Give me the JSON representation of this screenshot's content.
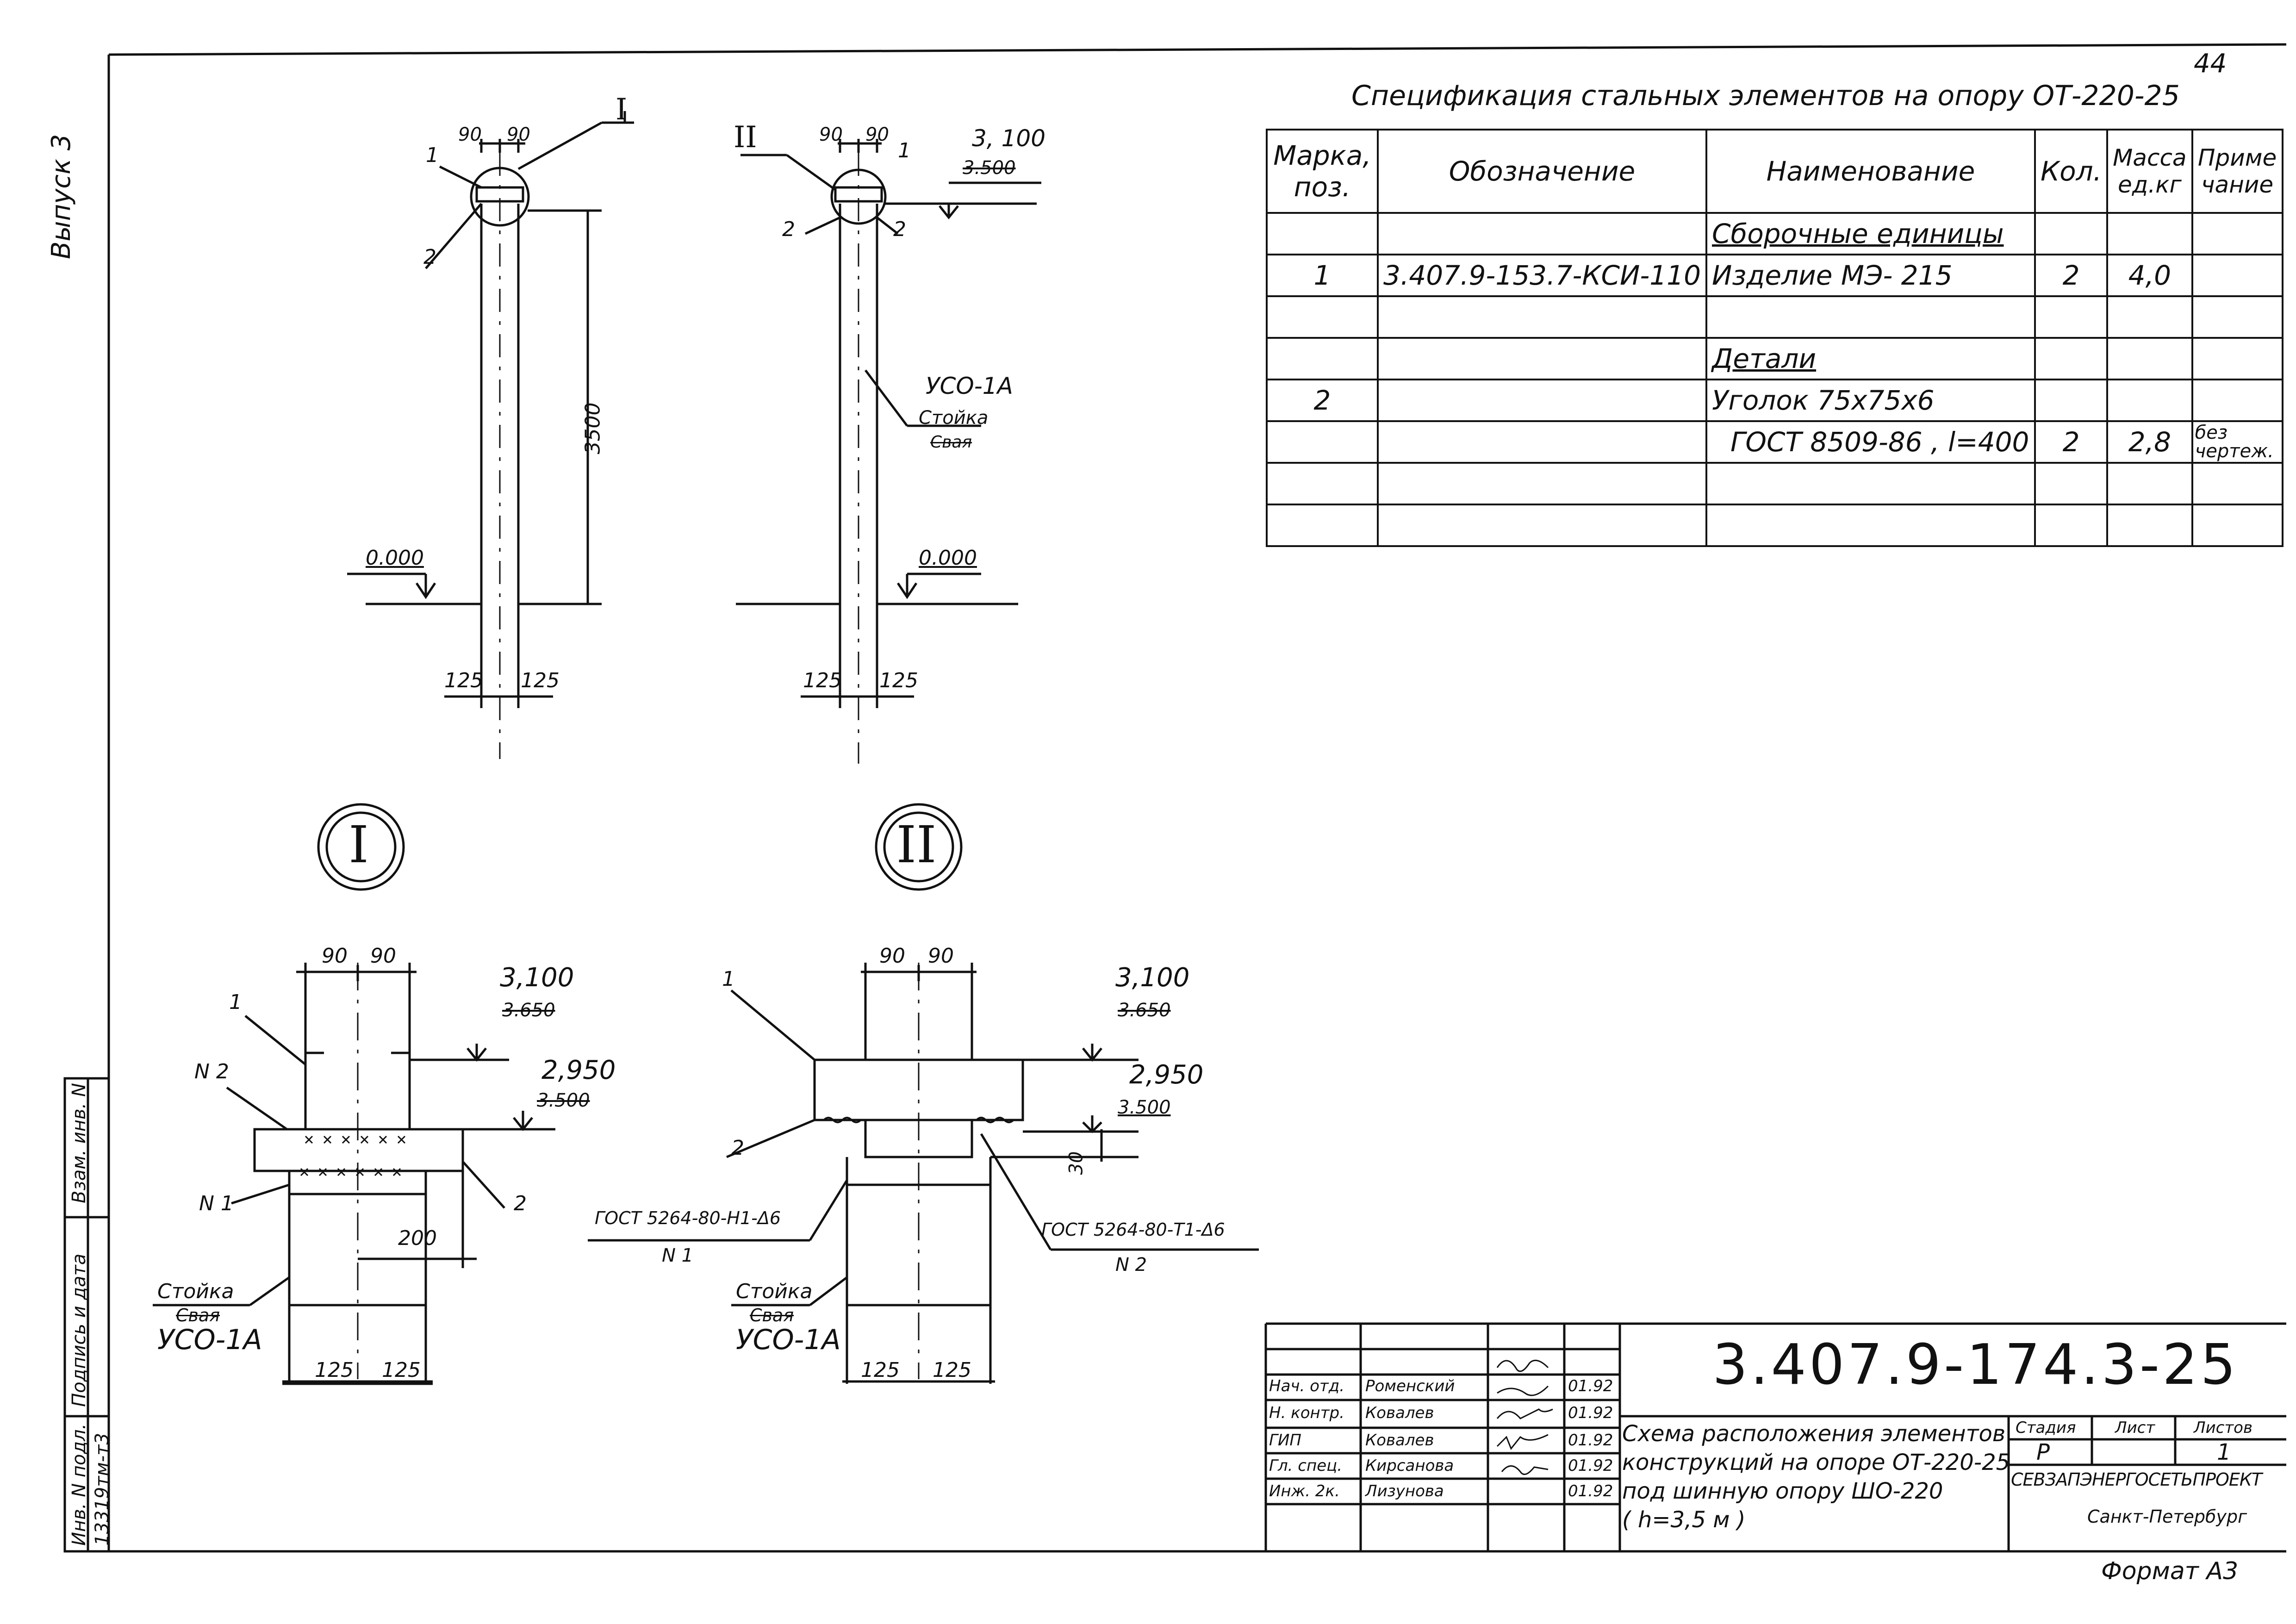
{
  "sheet_number": "44",
  "side": {
    "issue": "Выпуск 3",
    "boxes": [
      {
        "label": "Взам. инв. N",
        "value": ""
      },
      {
        "label": "Подпись и дата",
        "value": ""
      },
      {
        "label": "Инв. N подл.",
        "value": "13319тм-т3"
      }
    ]
  },
  "spec": {
    "title": "Спецификация стальных элементов на опору  ОТ-220-25",
    "headers": {
      "mark": "Марка, поз.",
      "designation": "Обозначение",
      "name": "Наименование",
      "qty": "Кол.",
      "mass": "Масса ед.кг",
      "note": "Примечание"
    },
    "rows": [
      {
        "mark": "",
        "designation": "",
        "name": "Сборочные единицы",
        "qty": "",
        "mass": "",
        "note": "",
        "underline": true
      },
      {
        "mark": "1",
        "designation": "3.407.9-153.7-КСИ-110",
        "name": "Изделие МЭ- 215",
        "qty": "2",
        "mass": "4,0",
        "note": ""
      },
      {
        "mark": "",
        "designation": "",
        "name": "",
        "qty": "",
        "mass": "",
        "note": ""
      },
      {
        "mark": "",
        "designation": "",
        "name": "Детали",
        "qty": "",
        "mass": "",
        "note": "",
        "underline": true
      },
      {
        "mark": "2",
        "designation": "",
        "name": "Уголок 75х75х6",
        "qty": "",
        "mass": "",
        "note": ""
      },
      {
        "mark": "",
        "designation": "",
        "name": "ГОСТ 8509-86 , l=400",
        "qty": "2",
        "mass": "2,8",
        "note": "без чертеж."
      },
      {
        "mark": "",
        "designation": "",
        "name": "",
        "qty": "",
        "mass": "",
        "note": ""
      },
      {
        "mark": "",
        "designation": "",
        "name": "",
        "qty": "",
        "mass": "",
        "note": ""
      }
    ]
  },
  "views": {
    "view1": {
      "node_mark": "I",
      "dims": [
        "90",
        "90",
        "3500",
        "125",
        "125"
      ],
      "level": "0.000",
      "pos": [
        "1",
        "2"
      ]
    },
    "view2": {
      "node_mark": "II",
      "dims": [
        "90",
        "90",
        "125",
        "125"
      ],
      "level_top_new": "3, 100",
      "level_top_old": "3.500",
      "level": "0.000",
      "pos": [
        "1",
        "2",
        "2"
      ],
      "post_label": "УСО-1А",
      "post_new": "Стойка",
      "post_old": "Свая"
    }
  },
  "details": {
    "d1": {
      "mark": "I",
      "dims": [
        "90",
        "90",
        "200",
        "125",
        "125"
      ],
      "lvl1_new": "3,100",
      "lvl1_old": "3.650",
      "lvl2_new": "2,950",
      "lvl2_old": "3.500",
      "pos": [
        "1",
        "2"
      ],
      "welds": [
        "N 2",
        "N 1"
      ],
      "post_new": "Стойка",
      "post_old": "Свая",
      "post_label": "УСО-1А"
    },
    "d2": {
      "mark": "II",
      "dims": [
        "90",
        "90",
        "30",
        "125",
        "125"
      ],
      "lvl1_new": "3,100",
      "lvl1_old": "3.650",
      "lvl2_new": "2,950",
      "lvl2_old": "3.500",
      "pos": [
        "1",
        "2"
      ],
      "weld1": "ГОСТ 5264-80-Н1-Δ6",
      "weld1_n": "N 1",
      "weld2": "ГОСТ 5264-80-Т1-Δ6",
      "weld2_n": "N 2",
      "post_new": "Стойка",
      "post_old": "Свая",
      "post_label": "УСО-1А"
    }
  },
  "stamp": {
    "code": "3.407.9-174.3-25",
    "people": [
      {
        "role": "Нач. отд.",
        "name": "Роменский",
        "date": "01.92"
      },
      {
        "role": "Н. контр.",
        "name": "Ковалев",
        "date": "01.92"
      },
      {
        "role": "ГИП",
        "name": "Ковалев",
        "date": "01.92"
      },
      {
        "role": "Гл. спец.",
        "name": "Кирсанова",
        "date": "01.92"
      },
      {
        "role": "Инж. 2к.",
        "name": "Лизунова",
        "date": "01.92"
      }
    ],
    "title_lines": [
      "Схема расположения элементов",
      "конструкций на опоре ОТ-220-25",
      "под шинную опору ШО-220",
      "( h=3,5 м )"
    ],
    "stage_label": "Стадия",
    "sheet_label": "Лист",
    "sheets_label": "Листов",
    "stage": "Р",
    "sheet": "1",
    "sheets": "",
    "org": "СЕВЗАПЭНЕРГОСЕТЬПРОЕКТ",
    "city": "Санкт-Петербург"
  },
  "format": "Формат А3"
}
